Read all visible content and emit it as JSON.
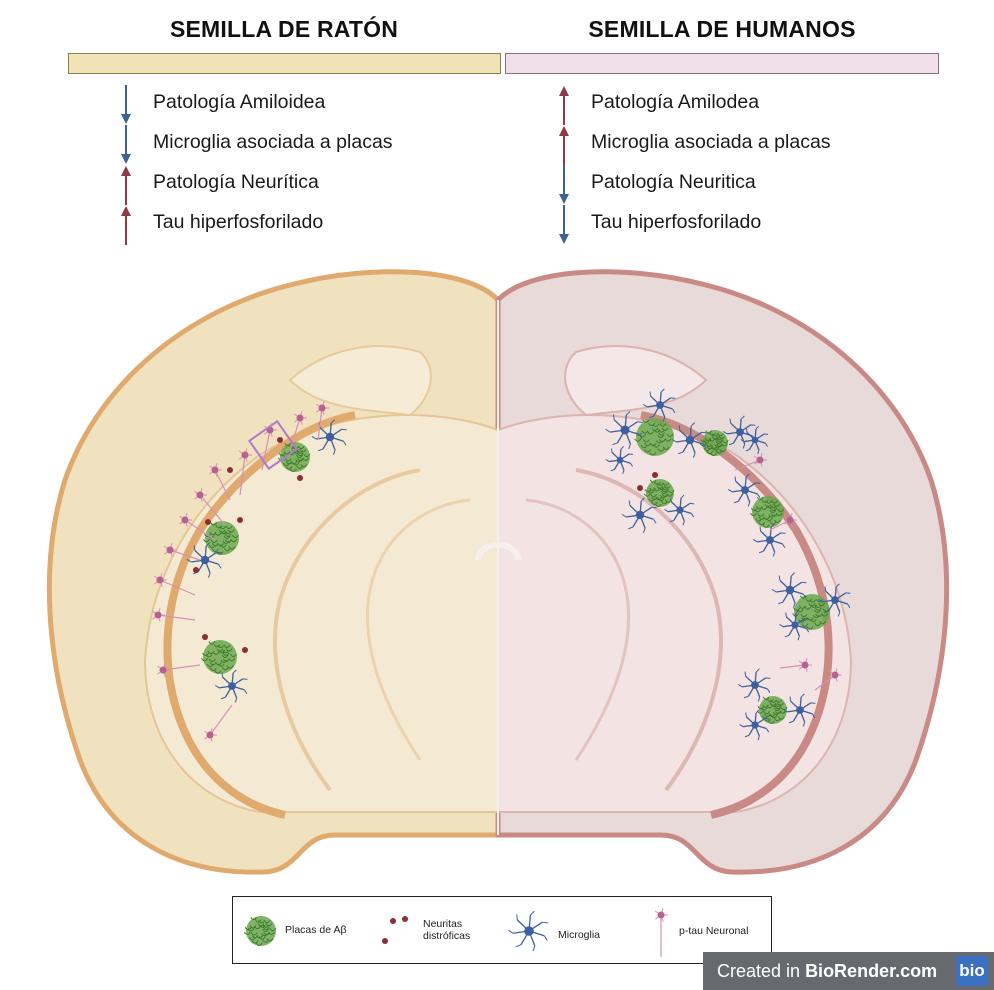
{
  "header": {
    "left_title": "SEMILLA DE RATÓN",
    "right_title": "SEMILLA DE HUMANOS",
    "left_bar_color": "#f1e3b6",
    "right_bar_color": "#f2e0e8"
  },
  "arrow_colors": {
    "up": "#8c3a45",
    "down": "#3d6491"
  },
  "left_findings": [
    {
      "label": "Patología Amiloidea",
      "direction": "down"
    },
    {
      "label": "Microglia asociada a placas",
      "direction": "down"
    },
    {
      "label": "Patología Neurítica",
      "direction": "up"
    },
    {
      "label": "Tau hiperfosforilado",
      "direction": "up"
    }
  ],
  "right_findings": [
    {
      "label": "Patología Amilodea",
      "direction": "up"
    },
    {
      "label": "Microglia asociada a placas",
      "direction": "up"
    },
    {
      "label": "Patología Neuritica",
      "direction": "down"
    },
    {
      "label": "Tau hiperfosforilado",
      "direction": "down"
    }
  ],
  "brain": {
    "left_hemisphere_color": "#f0e2be",
    "right_hemisphere_color": "#e8dad9",
    "left_outline_color": "#e0aa6e",
    "right_outline_color": "#c98a85",
    "plaque_color": "#6aa84f",
    "microglia_color": "#3d5f9e",
    "neurite_color": "#8b2f32",
    "neuron_color": "#d98fb8"
  },
  "legend": {
    "plaques": "Placas de Aβ",
    "neurites_line1": "Neuritas",
    "neurites_line2": "distróficas",
    "microglia": "Microglia",
    "neuron": "p-tau Neuronal"
  },
  "credit": {
    "prefix": "Created in ",
    "brand": "BioRender.com",
    "logo": "bio"
  }
}
